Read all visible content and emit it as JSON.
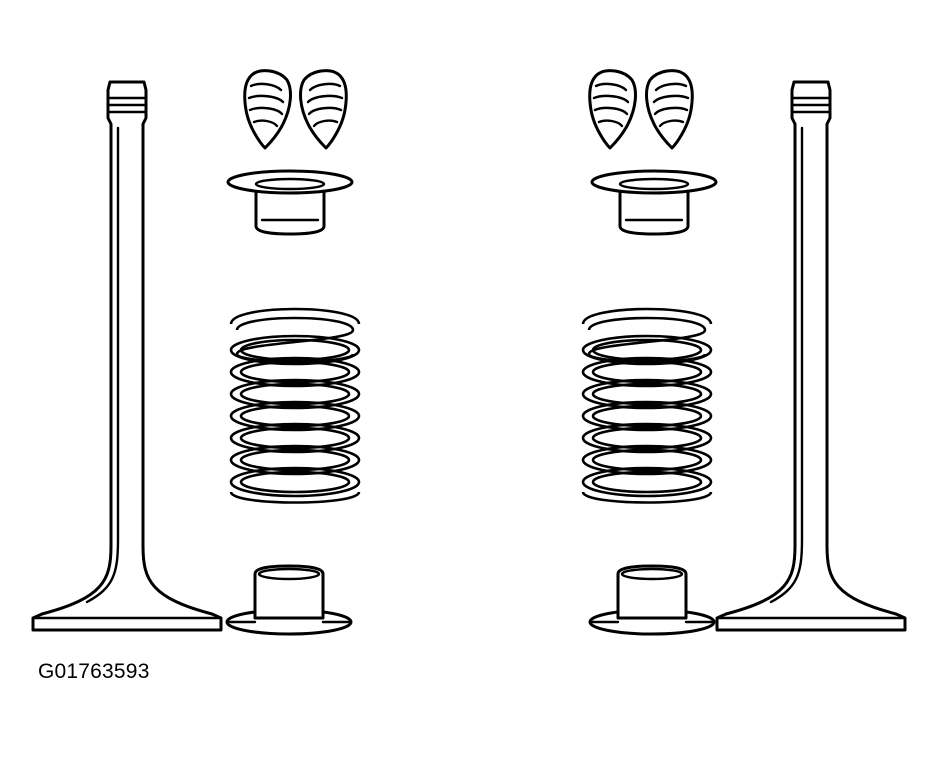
{
  "figure_id": "G01763593",
  "diagram": {
    "assemblies": [
      {
        "side": "left",
        "parts": [
          "valve",
          "valve-keepers",
          "spring-retainer",
          "valve-spring",
          "spring-seat"
        ]
      },
      {
        "side": "right",
        "parts": [
          "valve",
          "valve-keepers",
          "spring-retainer",
          "valve-spring",
          "spring-seat"
        ]
      }
    ],
    "colors": {
      "line": "#000000",
      "background": "#ffffff"
    }
  }
}
